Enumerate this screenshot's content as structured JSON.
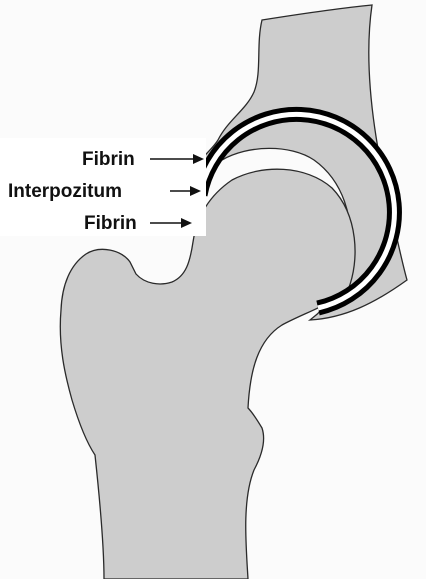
{
  "labels": {
    "fibrin_top": "Fibrin",
    "interpozitum": "Interpozitum",
    "fibrin_bottom": "Fibrin"
  },
  "colors": {
    "bone_fill": "#cdcdcd",
    "bone_outline": "#2a2a2a",
    "cartilage_line": "#000000",
    "interpositum_gap": "#ffffff",
    "label_background": "#ffffff",
    "text": "#111111"
  }
}
